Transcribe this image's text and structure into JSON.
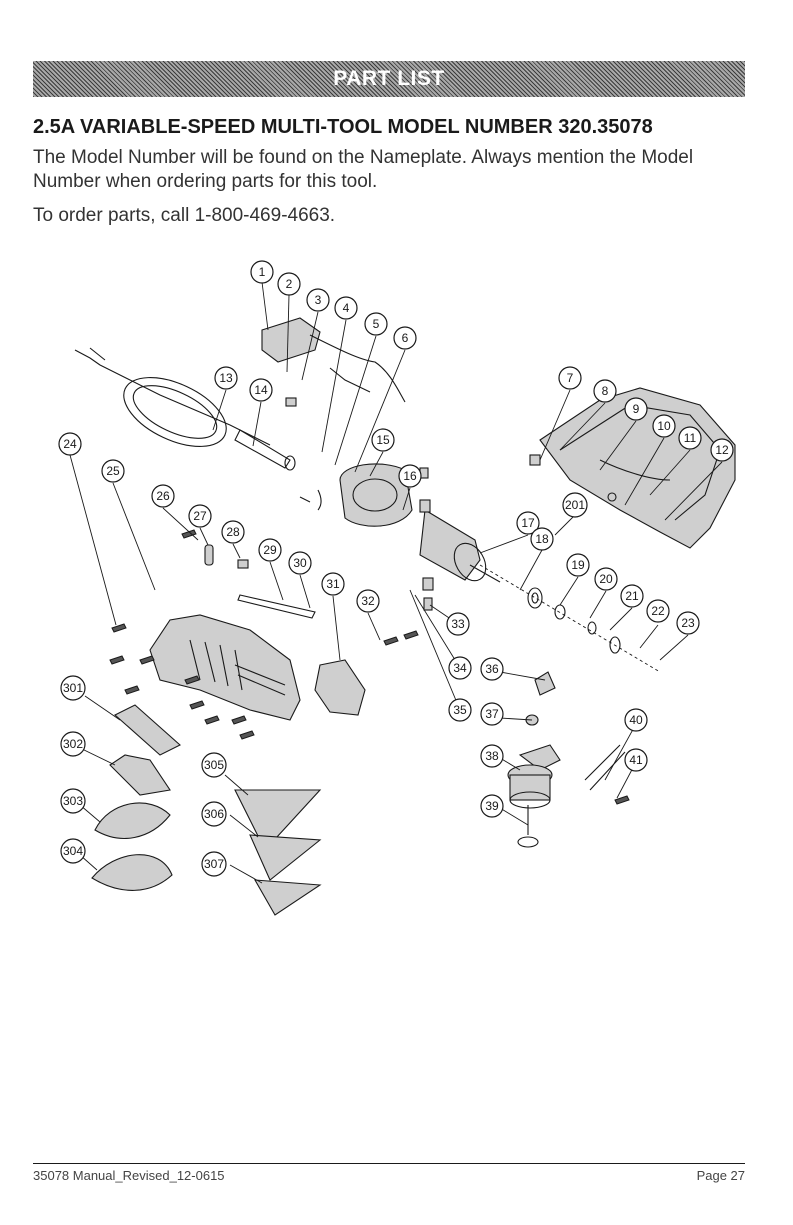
{
  "banner": {
    "title": "PART LIST"
  },
  "section": {
    "title": "2.5A VARIABLE-SPEED MULTI-TOOL MODEL NUMBER 320.35078"
  },
  "intro": {
    "text": "The Model Number will be found on the Nameplate. Always mention the Model Number when ordering parts for this tool."
  },
  "order": {
    "text": "To order parts, call 1-800-469-4663."
  },
  "diagram": {
    "callouts": [
      "1",
      "2",
      "3",
      "4",
      "5",
      "6",
      "7",
      "8",
      "9",
      "10",
      "11",
      "12",
      "13",
      "14",
      "15",
      "16",
      "17",
      "18",
      "19",
      "20",
      "201",
      "21",
      "22",
      "23",
      "24",
      "25",
      "26",
      "27",
      "28",
      "29",
      "30",
      "31",
      "32",
      "33",
      "34",
      "35",
      "36",
      "37",
      "38",
      "39",
      "40",
      "41",
      "301",
      "302",
      "303",
      "304",
      "305",
      "306",
      "307"
    ]
  },
  "footer": {
    "left": "35078 Manual_Revised_12-0615",
    "right": "Page 27"
  }
}
